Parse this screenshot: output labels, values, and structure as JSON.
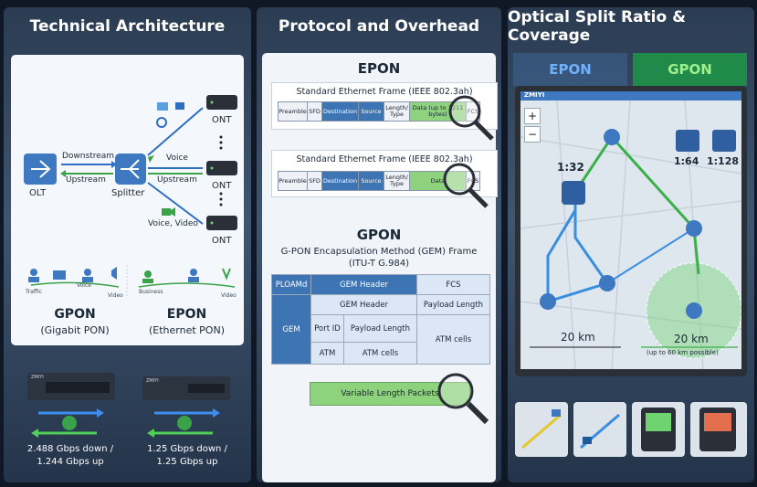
{
  "panels": {
    "architecture": {
      "title": "Technical Architecture",
      "olt": "OLT",
      "splitter": "Splitter",
      "downstream": "Downstream",
      "upstream_left": "Upstream",
      "voice": "Voice",
      "upstream_right": "Upstream",
      "voice_video": "Voice, Video",
      "ont_1": "ONT",
      "ont_2": "ONT",
      "ont_3": "ONT",
      "gpon_label": "GPON",
      "gpon_sub": "(Gigabit PON)",
      "epon_label": "EPON",
      "epon_sub": "(Ethernet PON)",
      "gpon_icons": {
        "traffic": "Traffic",
        "voice": "Voice",
        "video": "Video"
      },
      "epon_icons": {
        "business": "Business",
        "video": "Video"
      },
      "gpon_speed_1": "2.488 Gbps down /",
      "gpon_speed_2": "1.244 Gbps up",
      "epon_speed_1": "1.25 Gbps down /",
      "epon_speed_2": "1.25 Gbps up",
      "device_brand_1": "ZMIYI",
      "device_brand_2": "ZMIYI"
    },
    "protocol": {
      "title": "Protocol and Overhead",
      "epon_heading": "EPON",
      "frame1_title": "Standard Ethernet Frame (IEEE 802.3ah)",
      "frame1_cells": [
        "Preamble",
        "SFD",
        "Destination",
        "Source",
        "Length/ Type",
        "Data (up to 1211 bytes)",
        "FCS"
      ],
      "frame2_title": "Standard Ethernet Frame (IEEE 802.3ah)",
      "frame2_cells": [
        "Preamble",
        "SFD",
        "Destination",
        "Source",
        "Length/ Type",
        "Data",
        "FCS"
      ],
      "gpon_heading": "GPON",
      "gem_title_1": "G-PON Encapsulation Method (GEM) Frame",
      "gem_title_2": "(ITU-T G.984)",
      "gem": {
        "ploam": "PLOAMd",
        "gem_header_top": "GEM Header",
        "fcs": "FCS",
        "gem_header": "GEM Header",
        "payload_length": "Payload Length",
        "gem": "GEM",
        "port_id": "Port ID",
        "payload_length_2": "Payload Length",
        "atm_cells_big": "ATM cells",
        "atm": "ATM",
        "atm_cells": "ATM cells",
        "variable": "Variable Length Packets"
      }
    },
    "coverage": {
      "title": "Optical Split Ratio & Coverage",
      "tab_epon": "EPON",
      "tab_gpon": "GPON",
      "brand": "ZMIYI",
      "zoom_in": "+",
      "zoom_out": "−",
      "ratio_epon": "1:32",
      "ratio_gpon_1": "1:64",
      "ratio_gpon_2": "1:128",
      "dist_epon": "20 km",
      "dist_gpon": "20 km",
      "dist_gpon_note": "(up to 60 km possible)"
    }
  }
}
